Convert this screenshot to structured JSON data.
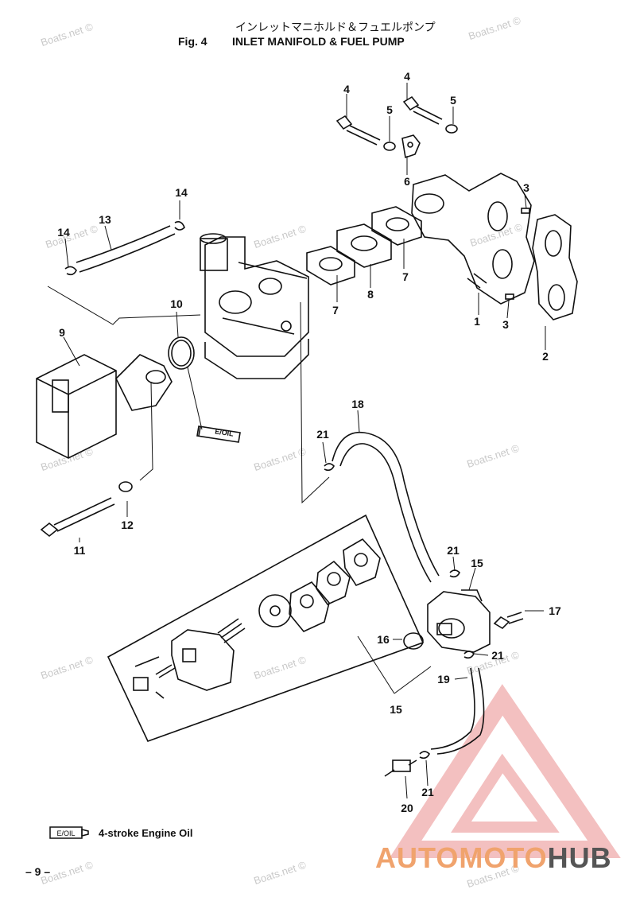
{
  "header": {
    "japanese_title": "インレットマニホルド＆フュエルポンプ",
    "figure_number": "Fig. 4",
    "title": "INLET MANIFOLD & FUEL PUMP"
  },
  "watermark": "Boats.net ©",
  "callouts": {
    "c1": "1",
    "c2": "2",
    "c3a": "3",
    "c3b": "3",
    "c4a": "4",
    "c4b": "4",
    "c5a": "5",
    "c5b": "5",
    "c6": "6",
    "c7a": "7",
    "c7b": "7",
    "c8": "8",
    "c9": "9",
    "c10": "10",
    "c11": "11",
    "c12": "12",
    "c13": "13",
    "c14a": "14",
    "c14b": "14",
    "c15a": "15",
    "c15b": "15",
    "c16": "16",
    "c17": "17",
    "c18": "18",
    "c19": "19",
    "c20": "20",
    "c21a": "21",
    "c21b": "21",
    "c21c": "21",
    "c21d": "21"
  },
  "tube_label": "E/OIL",
  "legend": {
    "icon_label": "E/OIL",
    "text": "4-stroke Engine Oil"
  },
  "page_number": "– 9 –",
  "logo": {
    "part1": "AUTOMOTO",
    "part2": "HUB",
    "accent_color": "#e43b3b"
  }
}
